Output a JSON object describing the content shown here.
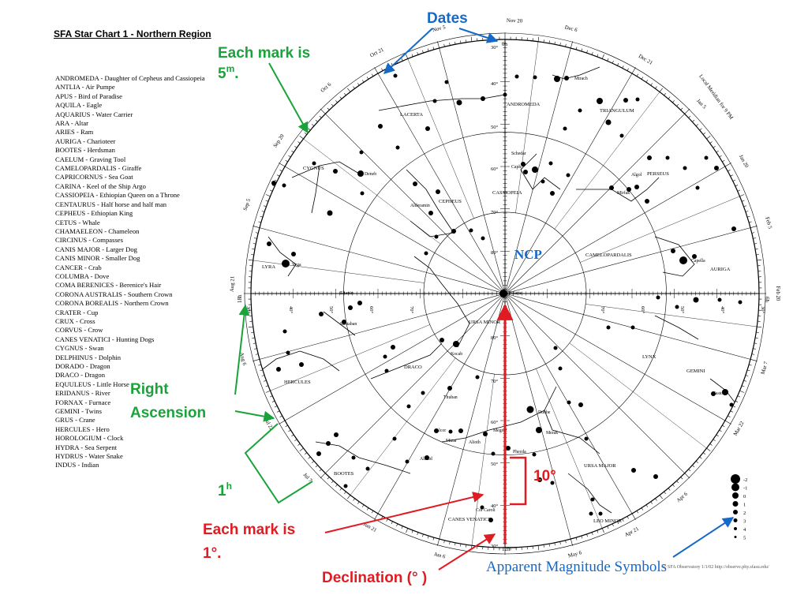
{
  "chart_title": "SFA Star Chart 1 - Northern Region",
  "constellation_list": [
    "ANDROMEDA - Daughter of Cepheus and Cassiopeia",
    "ANTLIA - Air Pumpe",
    "APUS - Bird of Paradise",
    "AQUILA - Eagle",
    "AQUARIUS - Water Carrier",
    "ARA - Altar",
    "ARIES - Ram",
    "AURIGA - Charioteer",
    "BOOTES - Herdsman",
    "CAELUM - Graving Tool",
    "CAMELOPARDALIS - Giraffe",
    "CAPRICORNUS - Sea Goat",
    "CARINA - Keel of the Ship Argo",
    "CASSIOPEIA - Ethiopian Queen on a Throne",
    "CENTAURUS - Half horse and half man",
    "CEPHEUS - Ethiopian King",
    "CETUS - Whale",
    "CHAMAELEON - Chameleon",
    "CIRCINUS - Compasses",
    "CANIS MAJOR - Larger Dog",
    "CANIS MINOR - Smaller Dog",
    "CANCER - Crab",
    "COLUMBA - Dove",
    "COMA BERENICES - Berenice's Hair",
    "CORONA AUSTRALIS - Southern Crown",
    "CORONA BOREALIS - Northern Crown",
    "CRATER - Cup",
    "CRUX - Cross",
    "CORVUS - Crow",
    "CANES VENATICI - Hunting Dogs",
    "CYGNUS - Swan",
    "DELPHINUS - Dolphin",
    "DORADO - Dragon",
    "DRACO - Dragon",
    "EQUULEUS - Little Horse",
    "ERIDANUS - River",
    "FORNAX - Furnace",
    "GEMINI - Twins",
    "GRUS - Crane",
    "HERCULES - Hero",
    "HOROLOGIUM - Clock",
    "HYDRA - Sea Serpent",
    "HYDRUS - Water Snake",
    "INDUS - Indian"
  ],
  "date_labels": [
    "Nov 20",
    "Nov 5",
    "Oct 21",
    "Oct 6",
    "Sep 20",
    "Sep 5",
    "Aug 21",
    "Aug 6",
    "Jul 22",
    "Jul 7",
    "Jun 21",
    "Jun 6",
    "May 6",
    "Apr 21",
    "Apr 6",
    "Mar 22",
    "Mar 7",
    "Feb 20",
    "Feb 5",
    "Jan 20",
    "Jan 5",
    "Dec 21",
    "Dec 6"
  ],
  "hour_labels": [
    "0h",
    "12h",
    "18h",
    "6h"
  ],
  "dec_labels": [
    "30°",
    "40°",
    "50°",
    "60°",
    "70°",
    "80°",
    "80°",
    "70°",
    "60°",
    "50°",
    "40°",
    "30°",
    "30°",
    "40°",
    "50°",
    "60°",
    "70°",
    "70°",
    "60°",
    "50°",
    "40°",
    "30°"
  ],
  "local_meridian": "Local Meridian for 9 PM",
  "constellations": [
    "ANDROMEDA",
    "TRIANGULUM",
    "LACERTA",
    "CASSIOPEIA",
    "PERSEUS",
    "CYGNUS",
    "CEPHEUS",
    "CAMELOPARDALIS",
    "AURIGA",
    "LYRA",
    "URSA MINOR",
    "DRACO",
    "HERCULES",
    "LYNX",
    "GEMINI",
    "URSA MAJOR",
    "BOOTES",
    "CANES VENATICI",
    "LEO MINOR"
  ],
  "star_names": [
    "Mirach",
    "Algol",
    "Mirfak",
    "Capella",
    "Schedar",
    "Caph",
    "Deneb",
    "Alderamin",
    "Vega",
    "Eltanin",
    "Rastaban",
    "Polaris",
    "Kocab",
    "Thuban",
    "Dubhe",
    "Merak",
    "Phecda",
    "Megrez",
    "Alioth",
    "Mizar",
    "Alcor",
    "Alkaid",
    "Cor Caroli",
    "Castor"
  ],
  "ncp_label": "NCP",
  "magnitude_scale": [
    "-2",
    "-1",
    "0",
    "1",
    "2",
    "3",
    "4",
    "5"
  ],
  "copyright": "© SFA Observatory 1/1/02   http://observe.phy.sfasu.edu/",
  "annotations": {
    "dates": "Dates",
    "each_mark_5m": "Each mark is",
    "five_m_value": "5",
    "five_m_sup": "m",
    "five_m_dot": ".",
    "right_ascension_1": "Right",
    "right_ascension_2": "Ascension",
    "one_h_value": "1",
    "one_h_sup": "h",
    "ncp": "NCP",
    "ten_deg": "10°",
    "each_mark_1deg_1": "Each mark is",
    "each_mark_1deg_2": "1°.",
    "declination": "Declination (° )",
    "apparent_magnitude": "Apparent Magnitude Symbols"
  },
  "colors": {
    "green": "#1aa33a",
    "blue": "#1569c7",
    "red": "#e11b22",
    "ink": "#000000"
  }
}
